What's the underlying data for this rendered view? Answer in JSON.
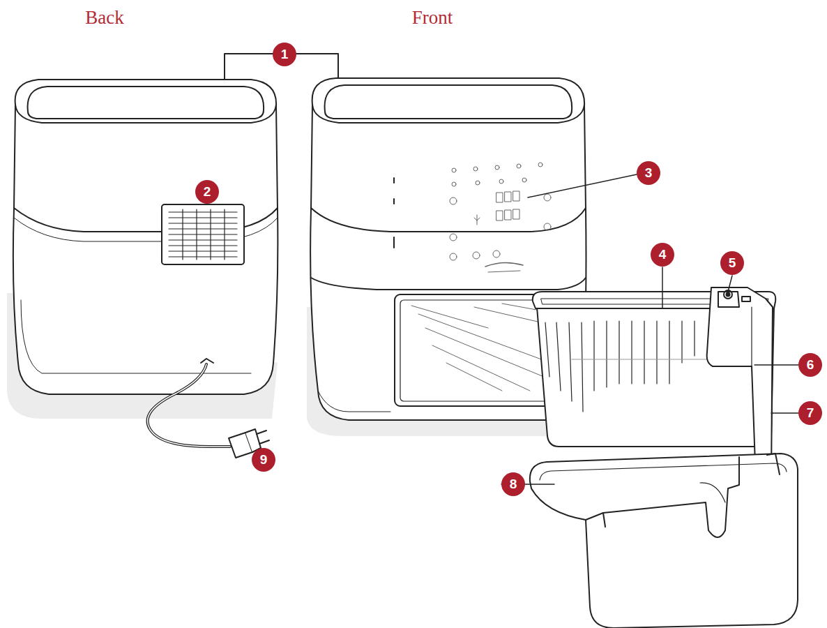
{
  "diagram": {
    "labels": [
      "Back",
      "Front",
      "1",
      "2",
      "3",
      "4",
      "5",
      "6",
      "7",
      "8",
      "9"
    ]
  }
}
